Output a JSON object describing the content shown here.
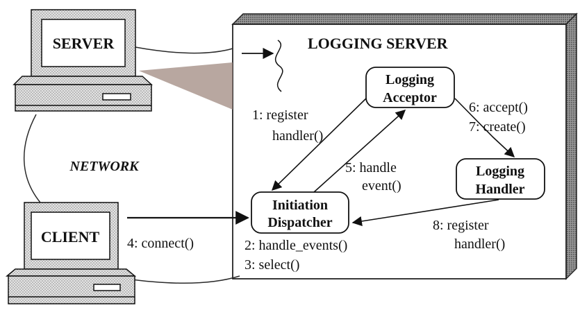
{
  "title": "LOGGING SERVER",
  "network_label": "NETWORK",
  "machines": {
    "server": "SERVER",
    "client": "CLIENT"
  },
  "components": {
    "acceptor": [
      "Logging",
      "Acceptor"
    ],
    "handler": [
      "Logging",
      "Handler"
    ],
    "dispatcher": [
      "Initiation",
      "Dispatcher"
    ]
  },
  "steps": {
    "register_handler_1": [
      "1: register",
      "handler()"
    ],
    "handle_events_2": "2: handle_events()",
    "select_3": "3: select()",
    "connect_4": "4: connect()",
    "handle_event_5": [
      "5: handle",
      "event()"
    ],
    "accept_6": "6: accept()",
    "create_7": "7: create()",
    "register_handler_8": [
      "8: register",
      "handler()"
    ]
  },
  "colors": {
    "box_face": "#ffffff",
    "box_shade": "#7f7f7f",
    "computer_fill": "#d4d4d4",
    "link": "#2a2a2a"
  }
}
